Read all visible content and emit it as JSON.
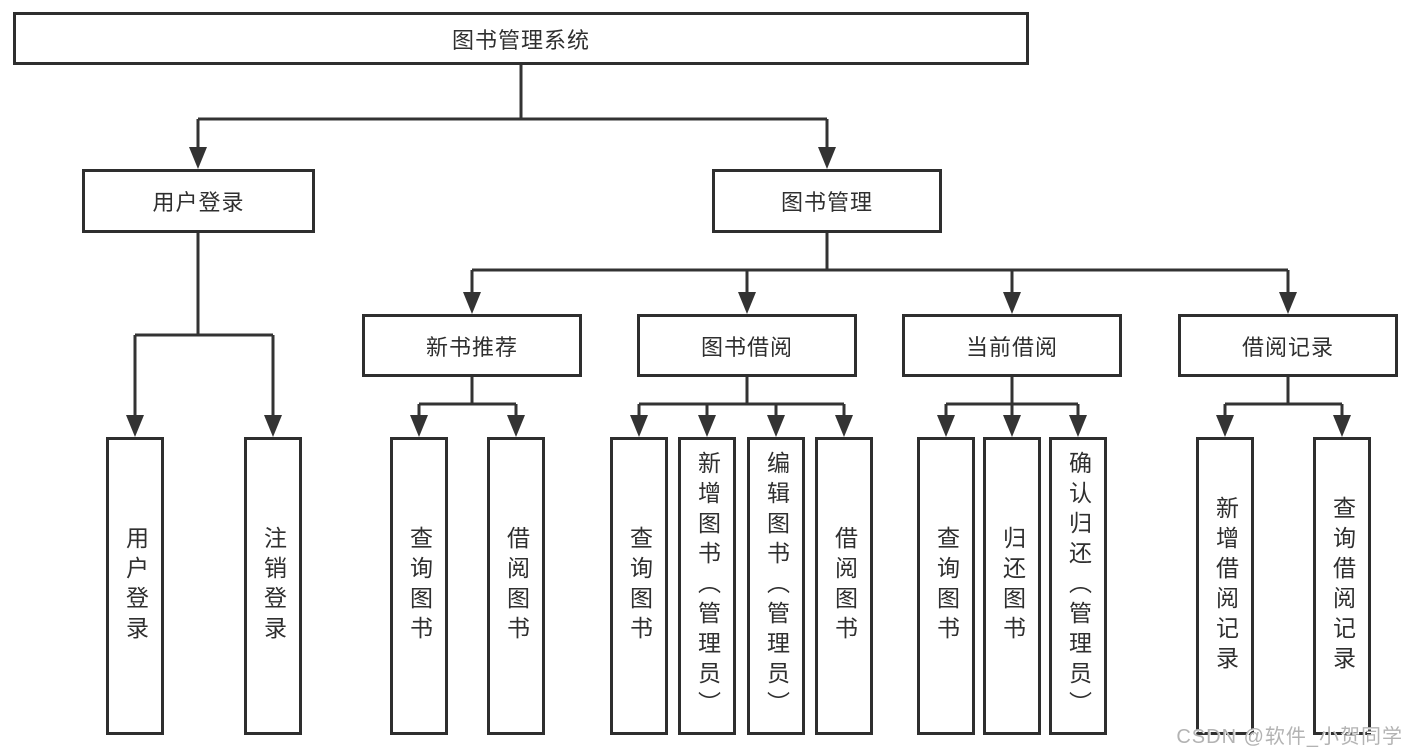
{
  "tree": {
    "root": {
      "label": "图书管理系统"
    },
    "branches": [
      {
        "label": "用户登录",
        "leaves": [
          "用户登录",
          "注销登录"
        ]
      },
      {
        "label": "图书管理",
        "groups": [
          {
            "label": "新书推荐",
            "leaves": [
              "查询图书",
              "借阅图书"
            ]
          },
          {
            "label": "图书借阅",
            "leaves": [
              "查询图书",
              "新增图书（管理员）",
              "编辑图书（管理员）",
              "借阅图书"
            ]
          },
          {
            "label": "当前借阅",
            "leaves": [
              "查询图书",
              "归还图书",
              "确认归还（管理员）"
            ]
          },
          {
            "label": "借阅记录",
            "leaves": [
              "新增借阅记录",
              "查询借阅记录"
            ]
          }
        ]
      }
    ]
  },
  "watermark": {
    "text": "CSDN @软件_小贺同学",
    "color": "#b3b3b3"
  },
  "colors": {
    "background": "#ffffff",
    "box_border": "#2e2e2e",
    "connector": "#333333",
    "text": "#2f2f2f"
  }
}
